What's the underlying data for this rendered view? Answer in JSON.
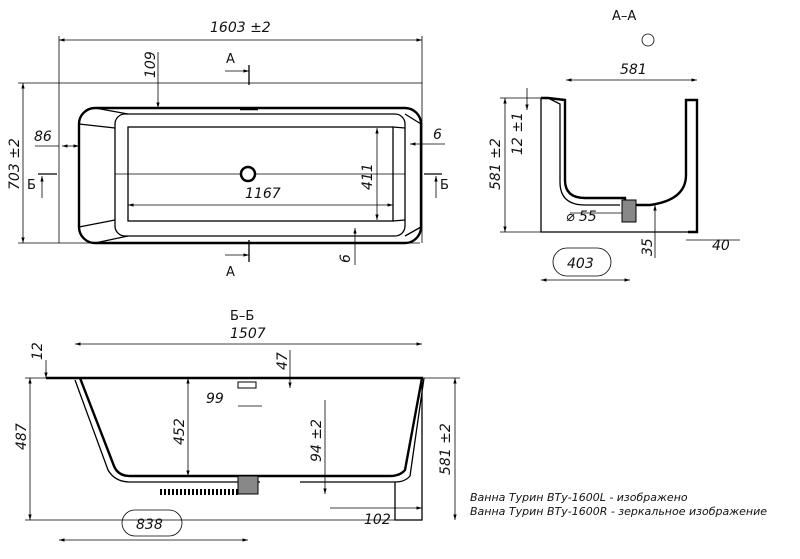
{
  "top_view": {
    "length": "1603 ±2",
    "width": "703 ±2",
    "rim_top": "109",
    "rim_left": "86",
    "gap_right": "6",
    "gap_bottom": "6",
    "inner_length": "1167",
    "inner_width": "411",
    "section_a": "А",
    "section_b": "Б"
  },
  "section_aa": {
    "title": "А–А",
    "top_width": "581",
    "height": "581 ±2",
    "rim": "12 ±1",
    "drain_diameter": "⌀ 55",
    "drain_height": "35",
    "foot": "40",
    "drain_offset": "403"
  },
  "section_bb": {
    "title": "Б–Б",
    "top_length": "1507",
    "rim": "12",
    "overflow": "47",
    "overflow_width": "99",
    "depth": "452",
    "side_height": "487",
    "drain_height": "94 ±2",
    "height": "581 ±2",
    "foot": "102",
    "drain_offset": "838"
  },
  "notes": [
    "Ванна Турин ВТу-1600L - изображено",
    "Ванна Турин ВТу-1600R - зеркальное изображение"
  ]
}
